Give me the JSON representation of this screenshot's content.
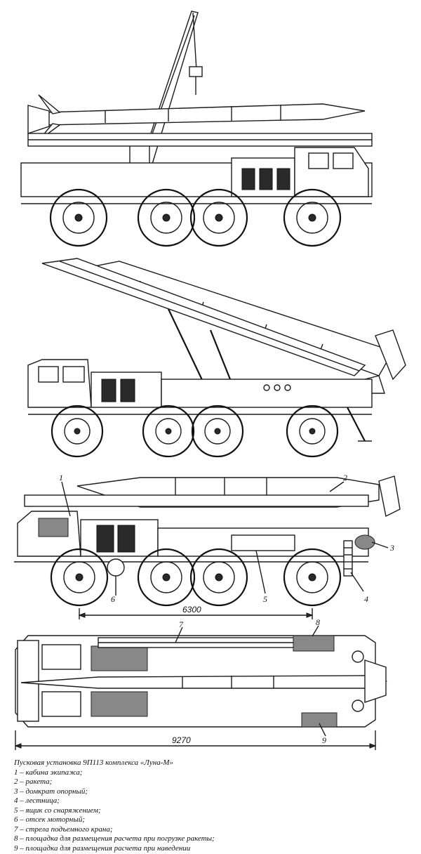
{
  "callouts": [
    "1",
    "2",
    "3",
    "4",
    "5",
    "6",
    "7",
    "8",
    "9"
  ],
  "dimensions": {
    "wheelbase": "6300",
    "length": "9270"
  },
  "caption": {
    "title": "Пусковая установка 9П113 комплекса «Луна-М»",
    "items": [
      "1 – кабина экипажа;",
      "2 – ракета;",
      "3 – домкрат опорный;",
      "4 – лестница;",
      "5 – ящик со снаряжением;",
      "6 – отсек моторный;",
      "7 – стрела подъемного крана;",
      "8 – площадка для размещения расчета при погрузке ракеты;",
      "9 – площадка для размещения расчета при наведении"
    ]
  }
}
